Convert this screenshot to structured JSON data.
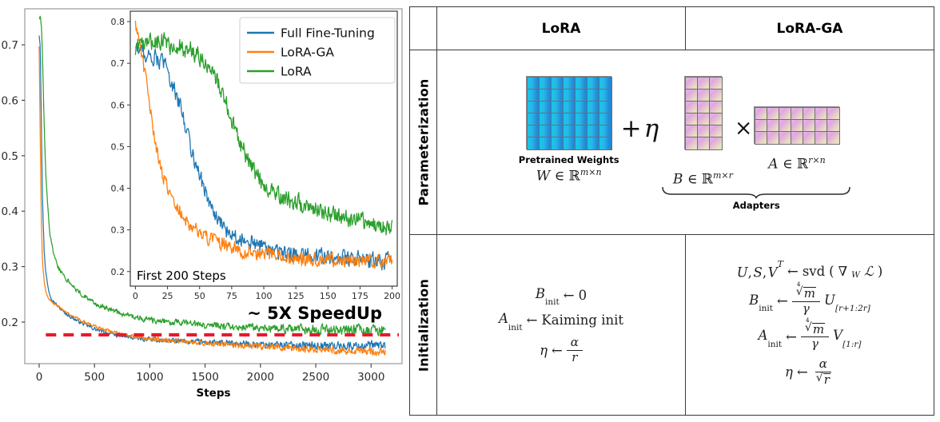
{
  "figure": {
    "title": "LoRA vs LoRA-GA comparison figure"
  },
  "chart_data": {
    "type": "line",
    "title": "",
    "xlabel": "Steps",
    "ylabel": "",
    "xlim": [
      -130,
      3280
    ],
    "ylim": [
      0.125,
      0.765
    ],
    "xticks": [
      0,
      500,
      1000,
      1500,
      2000,
      2500,
      3000
    ],
    "yticks": [
      0.2,
      0.3,
      0.4,
      0.5,
      0.6,
      0.7
    ],
    "grid": false,
    "legend_position": "inset-top-right",
    "annotation": "~ 5X SpeedUp",
    "threshold_line": {
      "y": 0.177,
      "color": "#e8192c",
      "style": "dashed",
      "label": ""
    },
    "series": [
      {
        "name": "Full Fine-Tuning",
        "color": "#1f77b4",
        "x": [
          0,
          10,
          20,
          30,
          45,
          60,
          80,
          100,
          130,
          170,
          220,
          280,
          350,
          430,
          520,
          620,
          740,
          880,
          1040,
          1220,
          1420,
          1650,
          1900,
          2180,
          2480,
          2800,
          3130
        ],
        "y": [
          0.718,
          0.7,
          0.56,
          0.42,
          0.33,
          0.29,
          0.262,
          0.248,
          0.238,
          0.228,
          0.219,
          0.21,
          0.202,
          0.194,
          0.186,
          0.18,
          0.175,
          0.171,
          0.168,
          0.166,
          0.164,
          0.162,
          0.16,
          0.159,
          0.158,
          0.157,
          0.158
        ],
        "noise": 0.011
      },
      {
        "name": "LoRA-GA",
        "color": "#ff7f0e",
        "x": [
          0,
          10,
          20,
          30,
          45,
          60,
          80,
          100,
          130,
          170,
          220,
          280,
          350,
          430,
          520,
          620,
          740,
          880,
          1040,
          1220,
          1420,
          1650,
          1900,
          2180,
          2480,
          2800,
          3130
        ],
        "y": [
          0.697,
          0.52,
          0.38,
          0.31,
          0.272,
          0.256,
          0.246,
          0.24,
          0.234,
          0.227,
          0.22,
          0.212,
          0.205,
          0.198,
          0.191,
          0.184,
          0.178,
          0.173,
          0.169,
          0.166,
          0.163,
          0.16,
          0.157,
          0.154,
          0.151,
          0.148,
          0.146
        ],
        "noise": 0.01
      },
      {
        "name": "LoRA",
        "color": "#2ca02c",
        "x": [
          0,
          10,
          20,
          30,
          45,
          60,
          80,
          100,
          130,
          170,
          220,
          280,
          350,
          430,
          520,
          620,
          740,
          880,
          1040,
          1220,
          1420,
          1650,
          1900,
          2180,
          2480,
          2800,
          3130
        ],
        "y": [
          0.745,
          0.752,
          0.735,
          0.68,
          0.56,
          0.47,
          0.4,
          0.355,
          0.322,
          0.3,
          0.284,
          0.27,
          0.256,
          0.244,
          0.233,
          0.224,
          0.215,
          0.208,
          0.203,
          0.199,
          0.196,
          0.193,
          0.19,
          0.188,
          0.187,
          0.186,
          0.185
        ],
        "noise": 0.013
      }
    ]
  },
  "inset_chart_data": {
    "type": "line",
    "title": "",
    "note": "First 200 Steps",
    "xlabel": "",
    "ylabel": "",
    "xlim": [
      -4,
      204
    ],
    "ylim": [
      0.165,
      0.825
    ],
    "xticks": [
      0,
      25,
      50,
      75,
      100,
      125,
      150,
      175,
      200
    ],
    "yticks": [
      0.2,
      0.3,
      0.4,
      0.5,
      0.6,
      0.7,
      0.8
    ],
    "grid": false,
    "legend": [
      "Full Fine-Tuning",
      "LoRA-GA",
      "LoRA"
    ],
    "series": [
      {
        "name": "Full Fine-Tuning",
        "color": "#1f77b4",
        "x": [
          0,
          4,
          8,
          12,
          16,
          20,
          24,
          28,
          32,
          36,
          40,
          45,
          50,
          56,
          62,
          70,
          80,
          90,
          100,
          115,
          130,
          145,
          160,
          175,
          190,
          200
        ],
        "y": [
          0.742,
          0.73,
          0.722,
          0.716,
          0.713,
          0.705,
          0.69,
          0.66,
          0.62,
          0.585,
          0.54,
          0.48,
          0.43,
          0.38,
          0.33,
          0.3,
          0.285,
          0.27,
          0.258,
          0.244,
          0.238,
          0.234,
          0.231,
          0.228,
          0.226,
          0.224
        ],
        "noise": 0.028
      },
      {
        "name": "LoRA-GA",
        "color": "#ff7f0e",
        "x": [
          0,
          4,
          8,
          12,
          16,
          20,
          24,
          28,
          32,
          36,
          40,
          45,
          50,
          56,
          62,
          70,
          80,
          90,
          100,
          115,
          130,
          145,
          160,
          175,
          190,
          200
        ],
        "y": [
          0.795,
          0.735,
          0.66,
          0.58,
          0.5,
          0.44,
          0.41,
          0.385,
          0.36,
          0.34,
          0.322,
          0.305,
          0.292,
          0.281,
          0.272,
          0.262,
          0.252,
          0.246,
          0.241,
          0.235,
          0.232,
          0.229,
          0.227,
          0.226,
          0.225,
          0.224
        ],
        "noise": 0.024
      },
      {
        "name": "LoRA",
        "color": "#2ca02c",
        "x": [
          0,
          4,
          8,
          12,
          16,
          20,
          24,
          28,
          32,
          36,
          40,
          45,
          50,
          56,
          62,
          70,
          80,
          90,
          100,
          115,
          130,
          145,
          160,
          175,
          190,
          200
        ],
        "y": [
          0.735,
          0.745,
          0.75,
          0.748,
          0.752,
          0.755,
          0.748,
          0.742,
          0.745,
          0.74,
          0.735,
          0.728,
          0.718,
          0.7,
          0.67,
          0.61,
          0.52,
          0.455,
          0.41,
          0.378,
          0.36,
          0.345,
          0.332,
          0.32,
          0.308,
          0.302
        ],
        "noise": 0.03
      }
    ]
  },
  "table": {
    "col_headers": [
      "",
      "LoRA",
      "LoRA-GA"
    ],
    "rows": [
      {
        "row_label": "Parameterization",
        "diagram": {
          "w_matrix": {
            "cols": 7,
            "rows": 6,
            "caption": "Pretrained Weights",
            "math": "W ∈ ℝ^{m×n}"
          },
          "plus_eta": "+ η",
          "b_matrix": {
            "cols": 3,
            "rows": 6,
            "math": "B ∈ ℝ^{m×r}"
          },
          "times": "×",
          "a_matrix": {
            "cols": 7,
            "rows": 3,
            "math": "A ∈ ℝ^{r×n}"
          },
          "adapters_label": "Adapters"
        }
      },
      {
        "row_label": "Initialization",
        "lora_equations": [
          "B_init ← 0",
          "A_init ← Kaiming init",
          "η ← α / r"
        ],
        "lora_ga_equations": [
          "U, S, V^T ← svd(∇_W ℒ)",
          "B_init ← (∜ m / γ) U_[r+1:2r]",
          "A_init ← (∜ m / γ) V_[1:r]",
          "η ← α / √ r"
        ]
      }
    ]
  },
  "labels": {
    "pretrained_weights": "Pretrained Weights",
    "adapters": "Adapters",
    "first_200_steps": "First 200 Steps",
    "speedup": "~ 5X SpeedUp",
    "steps_axis": "Steps"
  },
  "colors": {
    "full_finetuning": "#1f77b4",
    "lora_ga": "#ff7f0e",
    "lora": "#2ca02c",
    "threshold": "#e8192c",
    "w_matrix": "#1fb6e0",
    "adapter_matrix": "#e0a8e0"
  }
}
